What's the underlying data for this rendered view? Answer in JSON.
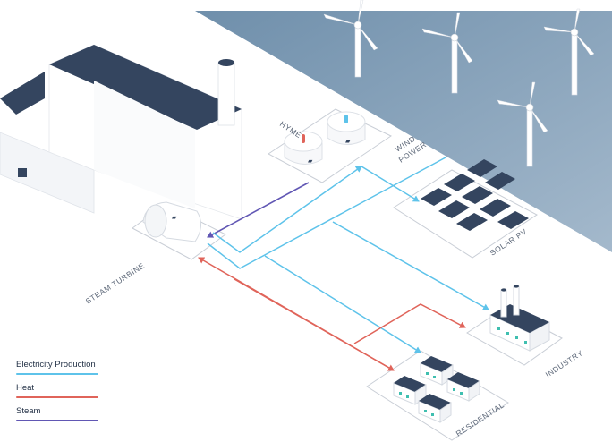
{
  "labels": {
    "hyme": "HYME",
    "wind_power_1": "WIND",
    "wind_power_2": "POWER",
    "solar_pv": "SOLAR PV",
    "steam_turbine": "STEAM TURBINE",
    "industry": "INDUSTRY",
    "residential": "RESIDENTIAL"
  },
  "legend": [
    {
      "label": "Electricity Production",
      "color": "#5ec3ea"
    },
    {
      "label": "Heat",
      "color": "#e0645a"
    },
    {
      "label": "Steam",
      "color": "#6157b4"
    }
  ],
  "colors": {
    "sea": "#8aa6c0",
    "roof": "#34455f",
    "platform_stroke": "#c9ced6"
  }
}
